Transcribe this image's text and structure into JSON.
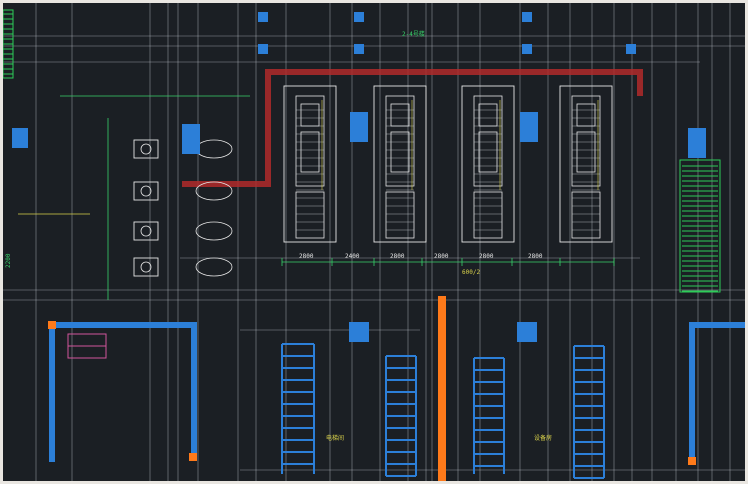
{
  "drawing": {
    "view": "cad-floor-plan",
    "colors": {
      "background": "#1b1f24",
      "border_frame": "#e9e6e1",
      "grid_line": "#c9cfd6",
      "wall_red": "#b02a2a",
      "column_blue": "#2c7fd8",
      "orange_bar": "#ff7a1a",
      "stair_green": "#2ecc59",
      "cad_green": "#39d26a",
      "cad_yellow": "#d9d24a",
      "cad_white": "#e6e6e6",
      "cad_cyan": "#62d4e8",
      "cad_magenta": "#d2559b"
    },
    "labels": {
      "top_note": "2-4号楼",
      "dim_row": [
        "2800",
        "2400",
        "2800",
        "2800",
        "2800",
        "2800"
      ],
      "center_tag": "600/2",
      "side_left": "2200",
      "room_tag_1": "电梯间",
      "room_tag_2": "设备房"
    }
  }
}
